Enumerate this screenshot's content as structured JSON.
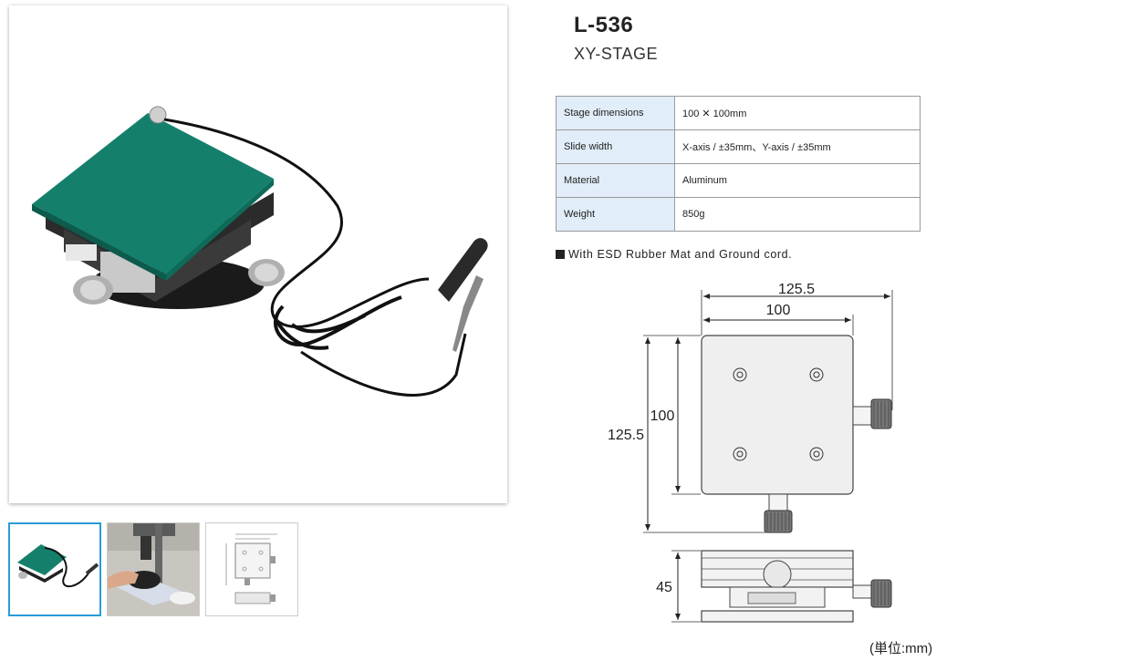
{
  "product": {
    "model": "L-536",
    "name": "XY-STAGE"
  },
  "specs": [
    {
      "label": "Stage dimensions",
      "value": "100 ✕ 100mm"
    },
    {
      "label": "Slide width",
      "value": "X-axis / ±35mm、Y-axis / ±35mm"
    },
    {
      "label": "Material",
      "value": "Aluminum"
    },
    {
      "label": "Weight",
      "value": "850g"
    }
  ],
  "note": "With ESD Rubber Mat and Ground cord.",
  "drawing": {
    "dim_top_outer": "125.5",
    "dim_top_inner": "100",
    "dim_left_outer": "125.5",
    "dim_left_inner": "100",
    "dim_height": "45",
    "unit_label": "(単位:mm)"
  },
  "thumbnails": [
    {
      "name": "product-photo",
      "selected": true
    },
    {
      "name": "usage-photo",
      "selected": false
    },
    {
      "name": "dimension-drawing",
      "selected": false
    }
  ],
  "colors": {
    "mat_green": "#14806b",
    "table_key_bg": "#e1edf8",
    "thumb_active_border": "#2a9bd8"
  }
}
